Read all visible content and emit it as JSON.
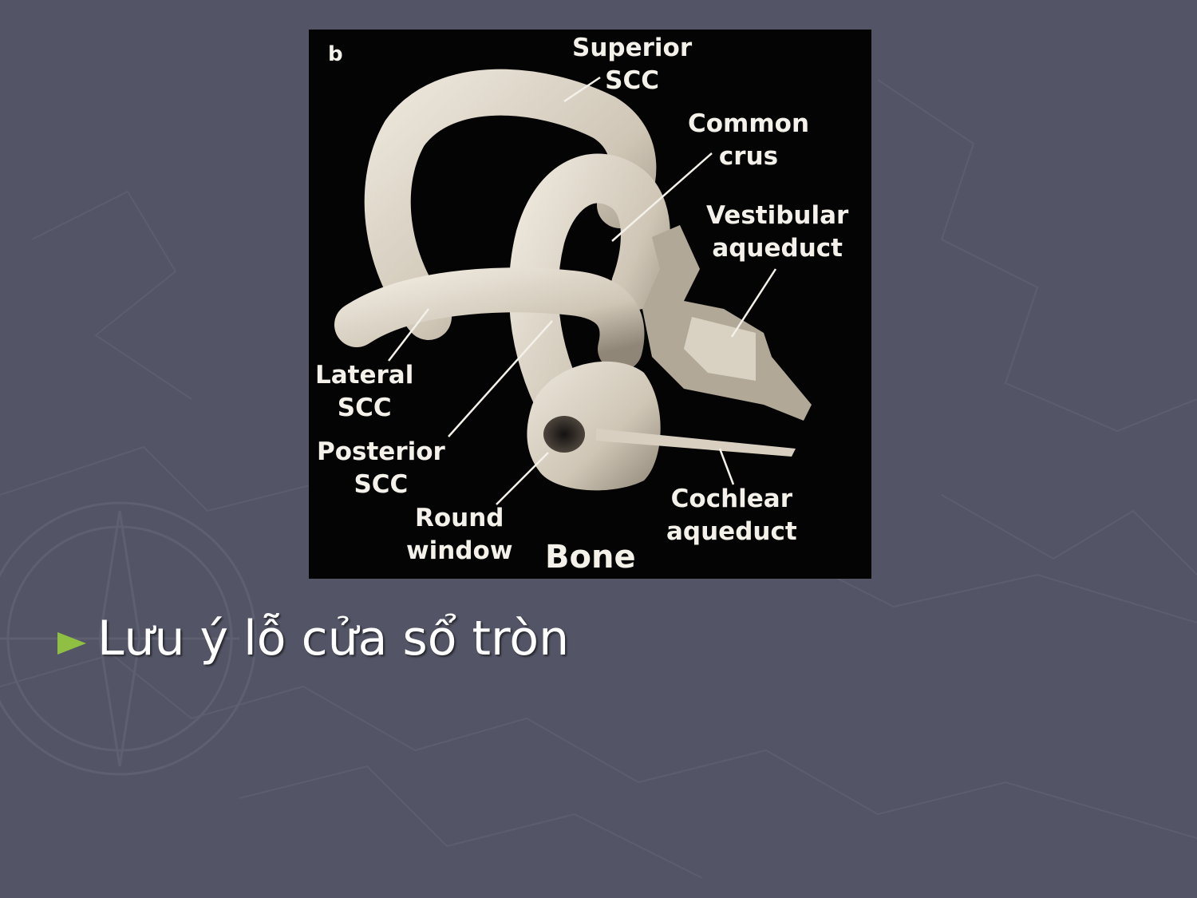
{
  "slide": {
    "bullet_text": "Lưu ý lỗ cửa sổ tròn",
    "bullet_color": "#8fc043",
    "background_color": "#535566"
  },
  "figure": {
    "panel_letter": "b",
    "caption": "Bone",
    "labels": {
      "superior_scc": [
        "Superior",
        "SCC"
      ],
      "common_crus": [
        "Common",
        "crus"
      ],
      "vestibular_aqueduct": [
        "Vestibular",
        "aqueduct"
      ],
      "lateral_scc": [
        "Lateral",
        "SCC"
      ],
      "posterior_scc": [
        "Posterior",
        "SCC"
      ],
      "round_window": [
        "Round",
        "window"
      ],
      "cochlear_aqueduct": [
        "Cochlear",
        "aqueduct"
      ]
    }
  }
}
